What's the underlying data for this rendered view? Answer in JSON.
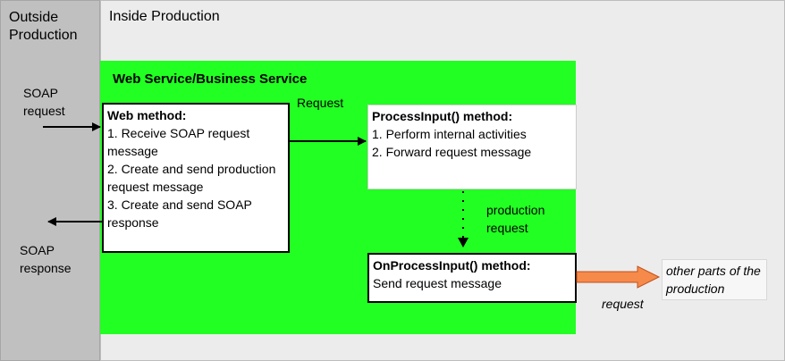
{
  "regions": {
    "outside": "Outside Production",
    "inside": "Inside Production",
    "service": "Web Service/Business Service"
  },
  "labels": {
    "soap_request": "SOAP request",
    "soap_response": "SOAP response",
    "request": "Request",
    "production_request": "production request",
    "request_italic": "request"
  },
  "web_method": {
    "title": "Web method:",
    "lines": [
      "1. Receive SOAP request message",
      "2. Create and send production request message",
      "3. Create and send SOAP response"
    ]
  },
  "process_input": {
    "title": "ProcessInput() method:",
    "lines": [
      "1. Perform internal activities",
      "2. Forward request message"
    ]
  },
  "on_process_input": {
    "title": "OnProcessInput() method:",
    "lines": [
      "Send request message"
    ]
  },
  "other_parts": "other parts of the production",
  "colors": {
    "service_fill": "#22ff22",
    "outside_fill": "#c0c0c0",
    "inside_fill": "#ececec",
    "output_arrow": "#f58a4a"
  }
}
